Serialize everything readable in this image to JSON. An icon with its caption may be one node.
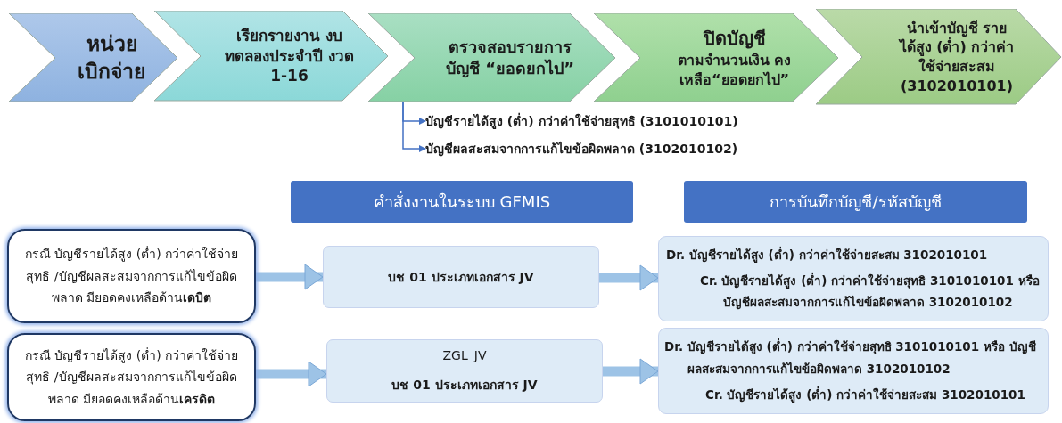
{
  "diagram": {
    "nodes": [
      {
        "text": [
          "หน่วยเบิกจ่าย"
        ]
      },
      {
        "text": [
          "เรียกรายงาน งบทดลองประจำปี งวด 1-16"
        ]
      },
      {
        "text": [
          "ตรวจสอบรายการบัญชี “ยอดยกไป”"
        ]
      },
      {
        "text": [
          "ปิดบัญชี",
          "ตามจำนวนเงิน คงเหลือ“ยอดยกไป”"
        ]
      },
      {
        "text": [
          "นำเข้าบัญชี รายได้สูง (ต่ำ) กว่าค่าใช้จ่ายสะสม (3102010101)"
        ]
      },
      {
        "text": [
          "บัญชีรายได้สูง (ต่ำ) กว่าค่าใช้จ่ายสุทธิ (3101010101)"
        ]
      },
      {
        "text": [
          "บัญชีผลสะสมจากการแก้ไขข้อผิดพลาด (3102010102)"
        ]
      },
      {
        "text": [
          "คำสั่งงานในระบบ GFMIS"
        ]
      },
      {
        "text": [
          "การบันทึกบัญชี/รหัสบัญชี"
        ]
      },
      {
        "text": [
          "กรณี บัญชีรายได้สูง (ต่ำ) กว่าค่าใช้จ่ายสุทธิ /บัญชีผลสะสมจากการแก้ไขข้อผิดพลาด มียอดคงเหลือด้าน**เดบิต**"
        ]
      },
      {
        "text": [
          "บช 01 ประเภทเอกสาร JV"
        ]
      },
      {
        "text": [
          "Dr. บัญชีรายได้สูง (ต่ำ) กว่าค่าใช้จ่ายสะสม 3102010101",
          "Cr. บัญชีรายได้สูง (ต่ำ) กว่าค่าใช้จ่ายสุทธิ 3101010101 หรือ บัญชีผลสะสมจากการแก้ไขข้อผิดพลาด 3102010102"
        ]
      },
      {
        "text": [
          "กรณี บัญชีรายได้สูง (ต่ำ) กว่าค่าใช้จ่ายสุทธิ /บัญชีผลสะสมจากการแก้ไขข้อผิดพลาด มียอดคงเหลือด้าน**เครดิต**"
        ]
      },
      {
        "text": [
          "ZGL_JV",
          "บช 01 ประเภทเอกสาร JV"
        ]
      },
      {
        "text": [
          "Dr. บัญชีรายได้สูง (ต่ำ) กว่าค่าใช้จ่ายสุทธิ 3101010101 หรือ บัญชีผลสะสมจากการแก้ไขข้อผิดพลาด 3102010102",
          "Cr. บัญชีรายได้สูง (ต่ำ) กว่าค่าใช้จ่ายสะสม 3102010101"
        ]
      }
    ],
    "edges": [
      {
        "from": 2,
        "to": 5,
        "arrow": "to",
        "color": "#4472c4"
      },
      {
        "from": 2,
        "to": 6,
        "arrow": "to",
        "color": "#4472c4"
      },
      {
        "from": 9,
        "to": 10,
        "arrow": "to"
      },
      {
        "from": 10,
        "to": 11,
        "arrow": "to"
      },
      {
        "from": 12,
        "to": 13,
        "arrow": "to"
      },
      {
        "from": 13,
        "to": 14,
        "arrow": "to"
      }
    ]
  }
}
